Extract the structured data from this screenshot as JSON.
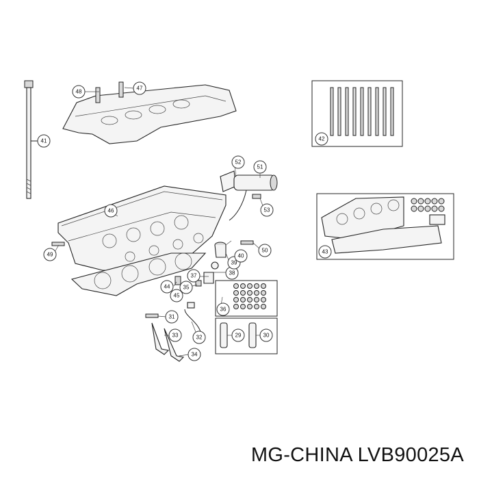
{
  "caption": "MG-CHINA LVB90025A",
  "callouts": [
    "29",
    "30",
    "31",
    "32",
    "33",
    "34",
    "35",
    "36",
    "37",
    "38",
    "39",
    "40",
    "41",
    "42",
    "43",
    "44",
    "45",
    "46",
    "47",
    "48",
    "49",
    "50",
    "51",
    "52",
    "53"
  ]
}
